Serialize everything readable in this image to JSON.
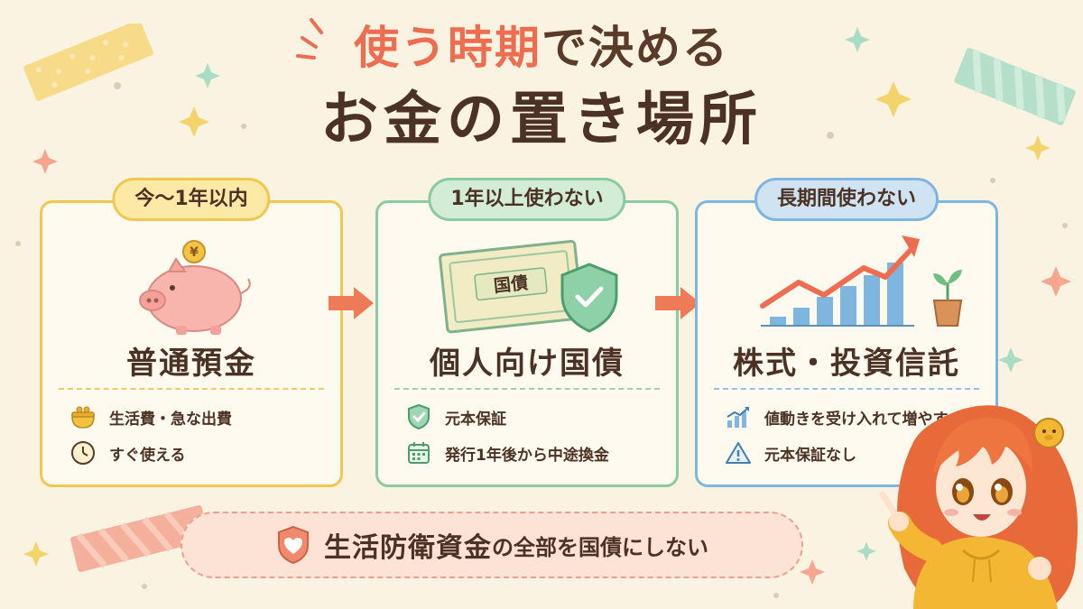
{
  "title": {
    "line1_accent": "使う時期",
    "line1_rest": "で決める",
    "line2": "お金の置き場所"
  },
  "cards": [
    {
      "label": "今～1年以内",
      "name": "普通預金",
      "items": [
        {
          "icon": "coin-purse-icon",
          "text": "生活費・急な出費"
        },
        {
          "icon": "clock-icon",
          "text": "すぐ使える"
        }
      ],
      "illustration": "piggy-bank-icon",
      "coin_symbol": "¥"
    },
    {
      "label": "1年以上使わない",
      "name": "個人向け国債",
      "items": [
        {
          "icon": "shield-check-icon",
          "text": "元本保証"
        },
        {
          "icon": "calendar-icon",
          "text": "発行1年後から中途換金"
        }
      ],
      "illustration": "bond-certificate-icon",
      "certificate_text": "国債"
    },
    {
      "label": "長期間使わない",
      "name": "株式・投資信託",
      "items": [
        {
          "icon": "chart-up-icon",
          "text": "値動きを受け入れて増やす"
        },
        {
          "icon": "warning-icon",
          "text": "元本保証なし"
        }
      ],
      "illustration": "growth-chart-icon"
    }
  ],
  "banner": {
    "icon": "shield-heart-icon",
    "emphasis": "生活防衛資金",
    "rest": "の全部を国債にしない"
  },
  "colors": {
    "background": "#fbf3e1",
    "accent": "#ee6d50",
    "yellow": "#f0c84f",
    "green": "#8ccaa3",
    "blue": "#7fb6df",
    "pink": "#fde3d5",
    "text": "#4c3224"
  }
}
